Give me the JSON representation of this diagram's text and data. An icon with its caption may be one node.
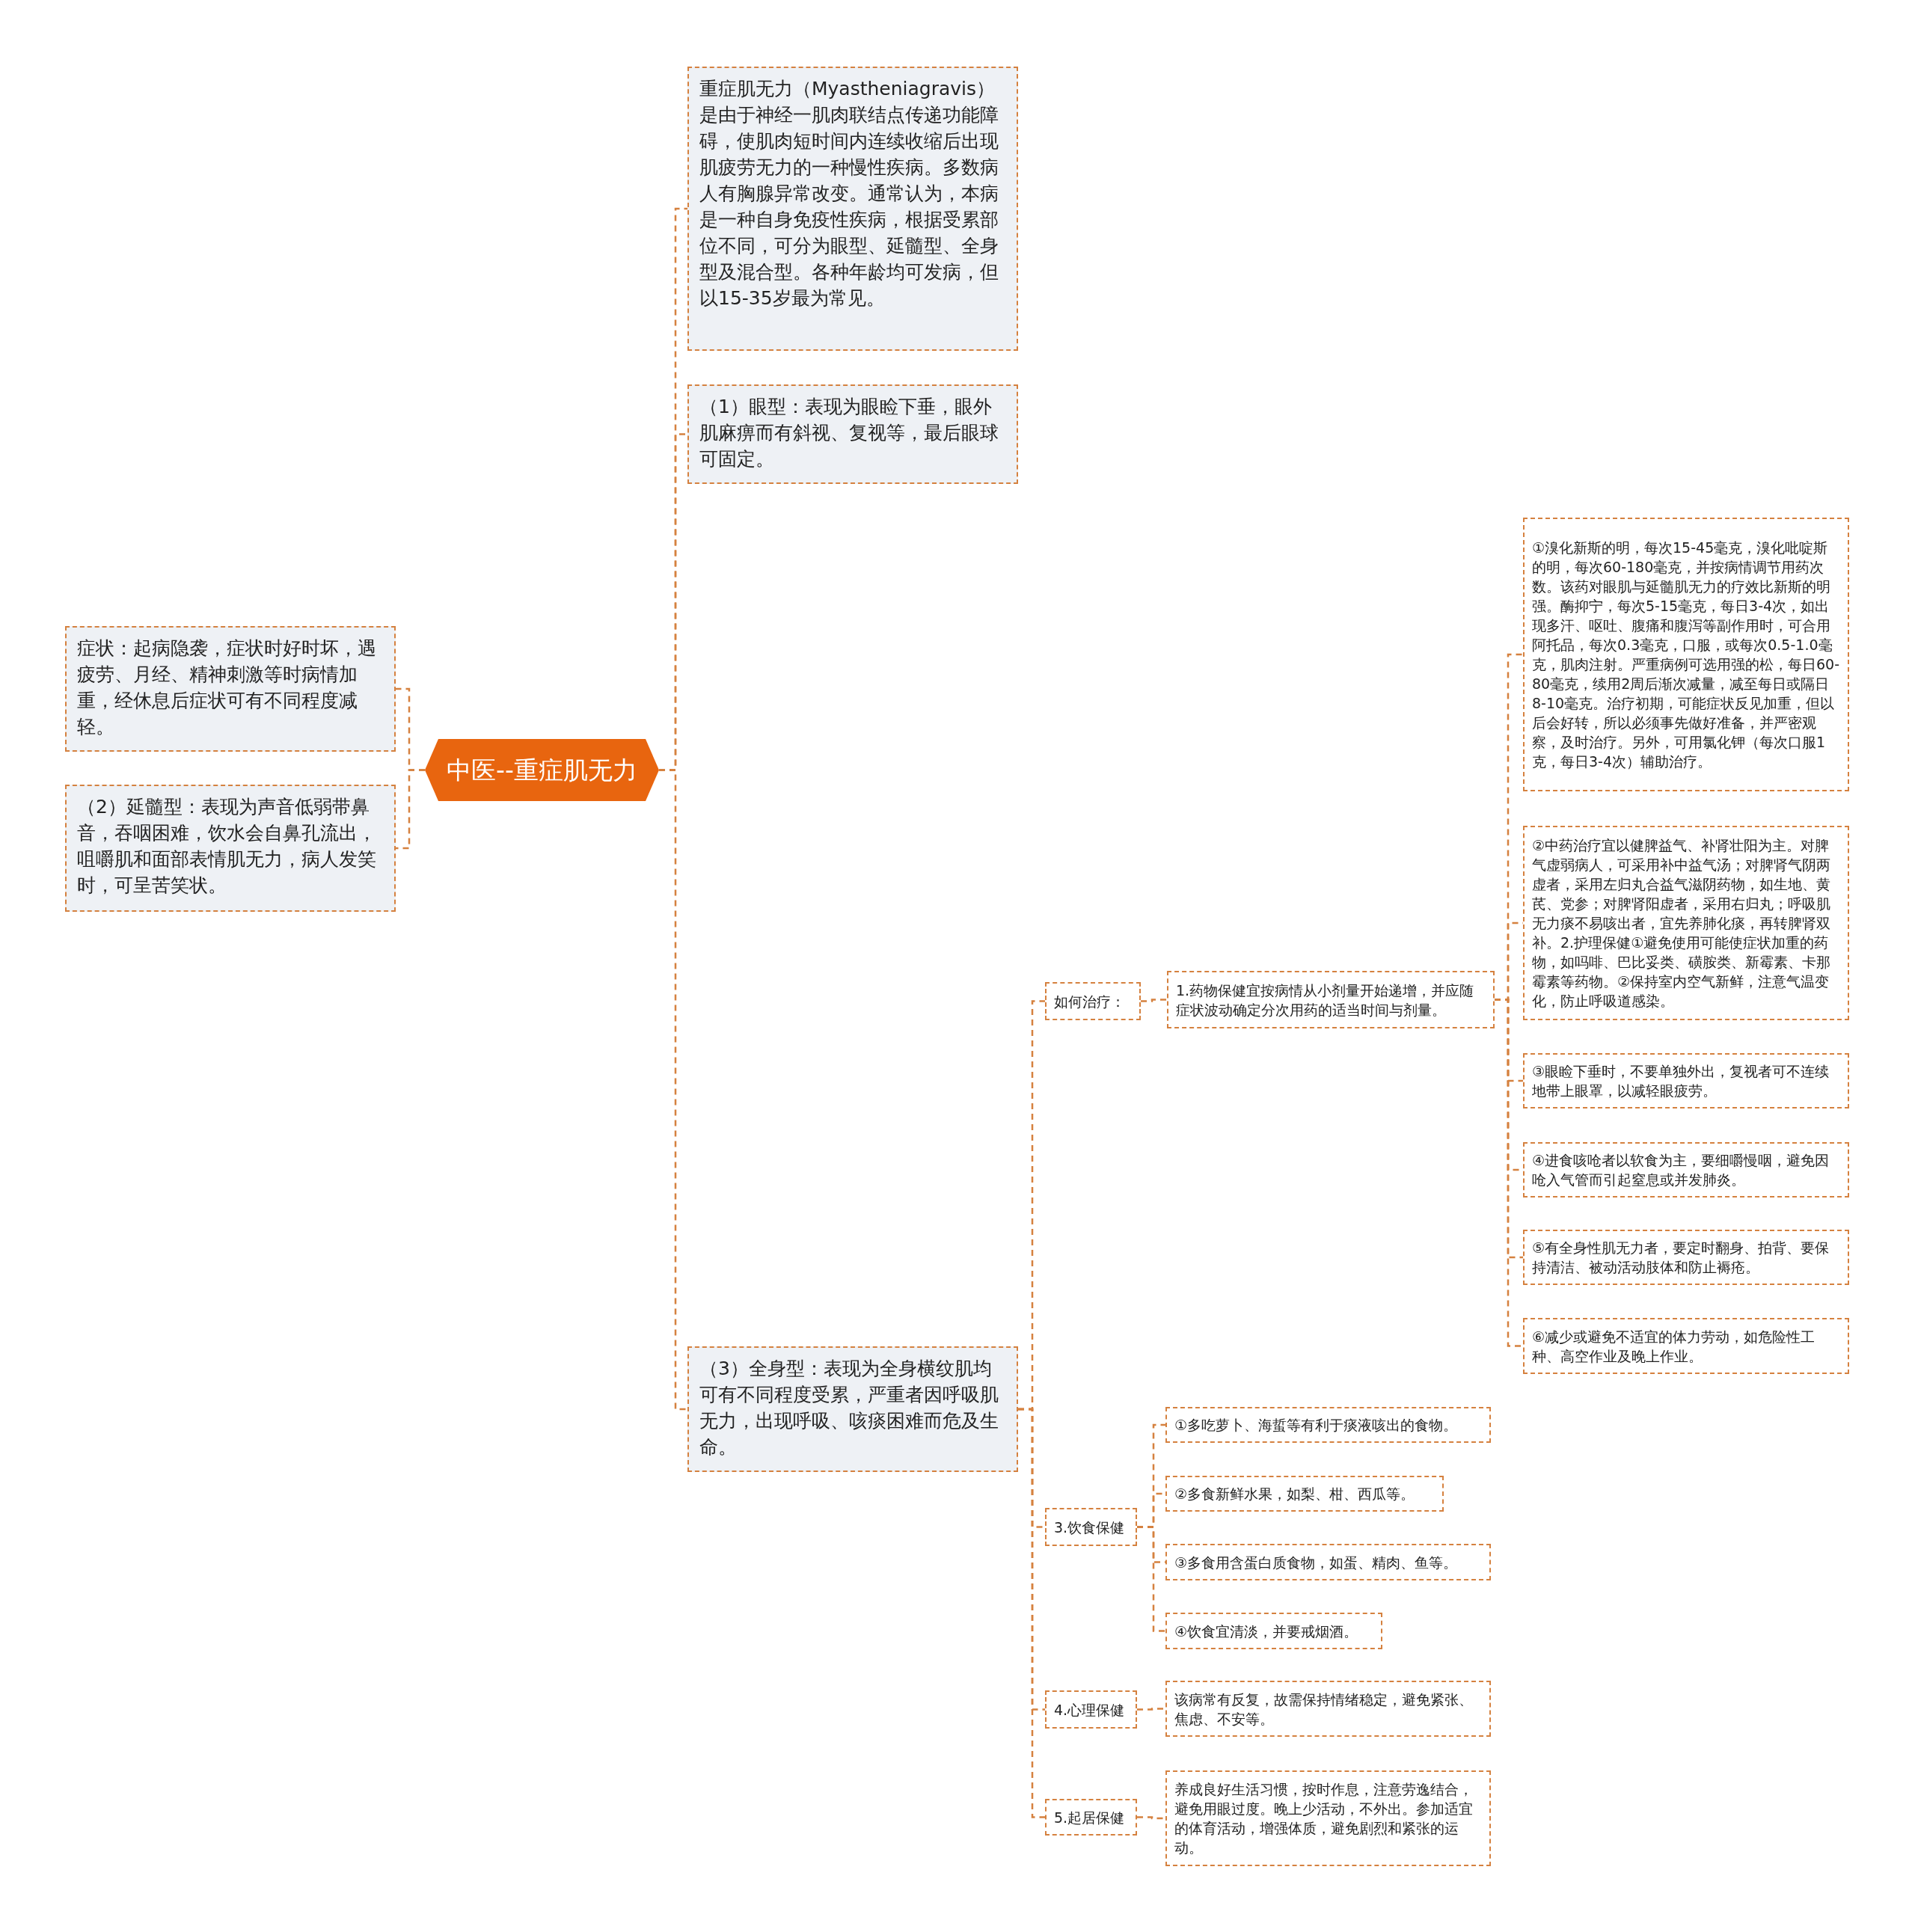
{
  "diagram": {
    "nodes": [
      {
        "text": [
          "中医--重症肌无力"
        ]
      },
      {
        "text": [
          "重症肌无力（Myastheniagravis）是由于神经一肌肉联结点传递功能障碍，使肌肉短时间内连续收缩后出现肌疲劳无力的一种慢性疾病。多数病人有胸腺异常改变。通常认为，本病是一种自身免疫性疾病，根据受累部位不同，可分为眼型、延髓型、全身型及混合型。各种年龄均可发病，但以15-35岁最为常见。"
        ]
      },
      {
        "text": [
          "（1）眼型：表现为眼睑下垂，眼外肌麻痹而有斜视、复视等，最后眼球可固定。"
        ]
      },
      {
        "text": [
          "（3）全身型：表现为全身横纹肌均可有不同程度受累，严重者因呼吸肌无力，出现呼吸、咳痰困难而危及生命。"
        ]
      },
      {
        "text": [
          "症状：起病隐袭，症状时好时坏，遇疲劳、月经、精神刺激等时病情加重，经休息后症状可有不同程度减轻。"
        ]
      },
      {
        "text": [
          "（2）延髓型：表现为声音低弱带鼻音，吞咽困难，饮水会自鼻孔流出，咀嚼肌和面部表情肌无力，病人发笑时，可呈苦笑状。"
        ]
      },
      {
        "text": [
          "如何治疗："
        ]
      },
      {
        "text": [
          "1.药物保健宜按病情从小剂量开始递增，并应随症状波动确定分次用药的适当时间与剂量。"
        ]
      },
      {
        "text": [
          "①溴化新斯的明，每次15-45毫克，溴化吡啶斯的明，每次60-180毫克，并按病情调节用药次数。该药对眼肌与延髓肌无力的疗效比新斯的明强。酶抑宁，每次5-15毫克，每日3-4次，如出现多汗、呕吐、腹痛和腹泻等副作用时，可合用阿托品，每次0.3毫克，口服，或每次0.5-1.0毫克，肌肉注射。严重病例可选用强的松，每日60-80毫克，续用2周后渐次减量，减至每日或隔日8-10毫克。治疗初期，可能症状反见加重，但以后会好转，所以必须事先做好准备，并严密观察，及时治疗。另外，可用氯化钾（每次口服1克，每日3-4次）辅助治疗。"
        ]
      },
      {
        "text": [
          "②中药治疗宜以健脾益气、补肾壮阳为主。对脾气虚弱病人，可采用补中益气汤；对脾肾气阴两虚者，采用左归丸合益气滋阴药物，如生地、黄芪、党参；对脾肾阳虚者，采用右归丸；呼吸肌无力痰不易咳出者，宜先养肺化痰，再转脾肾双补。2.护理保健①避免使用可能使症状加重的药物，如吗啡、巴比妥类、磺胺类、新霉素、卡那霉素等药物。②保持室内空气新鲜，注意气温变化，防止呼吸道感染。"
        ]
      },
      {
        "text": [
          "③眼睑下垂时，不要单独外出，复视者可不连续地带上眼罩，以减轻眼疲劳。"
        ]
      },
      {
        "text": [
          "④进食咳呛者以软食为主，要细嚼慢咽，避免因呛入气管而引起窒息或并发肺炎。"
        ]
      },
      {
        "text": [
          "⑤有全身性肌无力者，要定时翻身、拍背、要保持清洁、被动活动肢体和防止褥疮。"
        ]
      },
      {
        "text": [
          "⑥减少或避免不适宜的体力劳动，如危险性工种、高空作业及晚上作业。"
        ]
      },
      {
        "text": [
          "3.饮食保健"
        ]
      },
      {
        "text": [
          "①多吃萝卜、海蜇等有利于痰液咳出的食物。"
        ]
      },
      {
        "text": [
          "②多食新鲜水果，如梨、柑、西瓜等。"
        ]
      },
      {
        "text": [
          "③多食用含蛋白质食物，如蛋、精肉、鱼等。"
        ]
      },
      {
        "text": [
          "④饮食宜清淡，并要戒烟酒。"
        ]
      },
      {
        "text": [
          "4.心理保健"
        ]
      },
      {
        "text": [
          "该病常有反复，故需保持情绪稳定，避免紧张、焦虑、不安等。"
        ]
      },
      {
        "text": [
          "5.起居保健"
        ]
      },
      {
        "text": [
          "养成良好生活习惯，按时作息，注意劳逸结合，避免用眼过度。晚上少活动，不外出。参加适宜的体育活动，增强体质，避免剧烈和紧张的运动。"
        ]
      }
    ],
    "edges": [
      {
        "from": 0,
        "to": 1,
        "arrow": "none"
      },
      {
        "from": 0,
        "to": 2,
        "arrow": "none"
      },
      {
        "from": 0,
        "to": 3,
        "arrow": "none"
      },
      {
        "from": 0,
        "to": 4,
        "arrow": "none"
      },
      {
        "from": 0,
        "to": 5,
        "arrow": "none"
      },
      {
        "from": 3,
        "to": 6,
        "arrow": "none"
      },
      {
        "from": 6,
        "to": 7,
        "arrow": "none"
      },
      {
        "from": 7,
        "to": 8,
        "arrow": "none"
      },
      {
        "from": 7,
        "to": 9,
        "arrow": "none"
      },
      {
        "from": 7,
        "to": 10,
        "arrow": "none"
      },
      {
        "from": 7,
        "to": 11,
        "arrow": "none"
      },
      {
        "from": 7,
        "to": 12,
        "arrow": "none"
      },
      {
        "from": 7,
        "to": 13,
        "arrow": "none"
      },
      {
        "from": 3,
        "to": 14,
        "arrow": "none"
      },
      {
        "from": 14,
        "to": 15,
        "arrow": "none"
      },
      {
        "from": 14,
        "to": 16,
        "arrow": "none"
      },
      {
        "from": 14,
        "to": 17,
        "arrow": "none"
      },
      {
        "from": 14,
        "to": 18,
        "arrow": "none"
      },
      {
        "from": 3,
        "to": 19,
        "arrow": "none"
      },
      {
        "from": 19,
        "to": 20,
        "arrow": "none"
      },
      {
        "from": 3,
        "to": 21,
        "arrow": "none"
      },
      {
        "from": 21,
        "to": 22,
        "arrow": "none"
      }
    ]
  }
}
